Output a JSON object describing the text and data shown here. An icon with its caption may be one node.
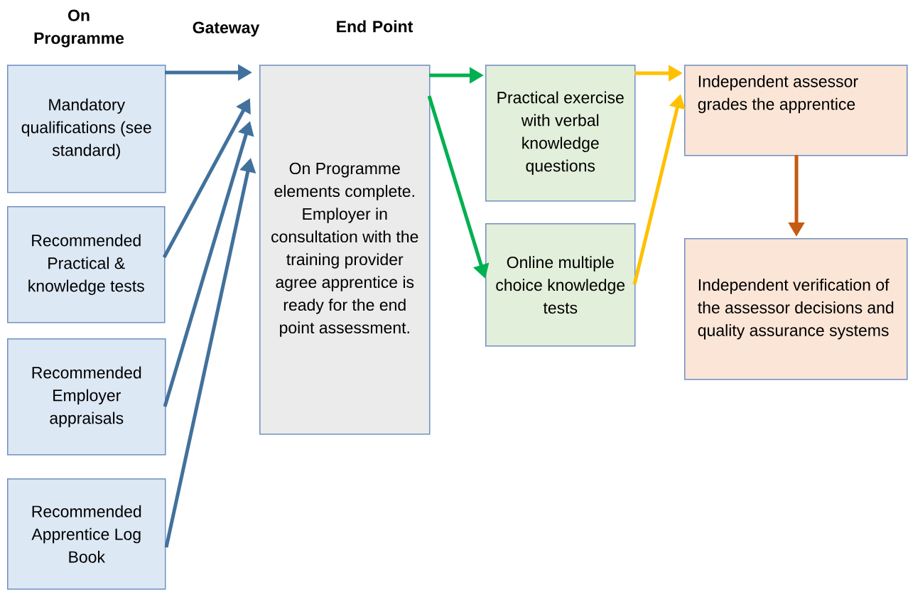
{
  "diagram": {
    "nodes": [
      {
        "text": [
          "Mandatory qualifications (see standard)"
        ]
      },
      {
        "text": [
          "Recommended Practical & knowledge tests"
        ]
      },
      {
        "text": [
          "Recommended Employer appraisals"
        ]
      },
      {
        "text": [
          "Recommended Apprentice Log Book"
        ]
      },
      {
        "text": [
          "On Programme elements complete. Employer in consultation with the training provider agree apprentice is ready for the end point assessment."
        ]
      },
      {
        "text": [
          "Practical exercise with verbal knowledge questions"
        ]
      },
      {
        "text": [
          "Online multiple choice knowledge tests"
        ]
      },
      {
        "text": [
          "Independent assessor grades the apprentice"
        ]
      },
      {
        "text": [
          "Independent verification of the assessor decisions and quality assurance systems"
        ]
      }
    ],
    "edges": [
      {
        "from": 0,
        "to": 4,
        "arrow": "to"
      },
      {
        "from": 1,
        "to": 4,
        "arrow": "to"
      },
      {
        "from": 2,
        "to": 4,
        "arrow": "to"
      },
      {
        "from": 3,
        "to": 4,
        "arrow": "to"
      },
      {
        "from": 4,
        "to": 5,
        "arrow": "to",
        "color": "#00b050"
      },
      {
        "from": 4,
        "to": 6,
        "arrow": "to",
        "color": "#00b050"
      },
      {
        "from": 5,
        "to": 7,
        "arrow": "to",
        "color": "#ffc000"
      },
      {
        "from": 6,
        "to": 7,
        "arrow": "to",
        "color": "#ffc000"
      },
      {
        "from": 7,
        "to": 8,
        "arrow": "to",
        "color": "#c55a11"
      }
    ],
    "labels": [
      "On Programme",
      "Gateway",
      "End Point"
    ]
  }
}
